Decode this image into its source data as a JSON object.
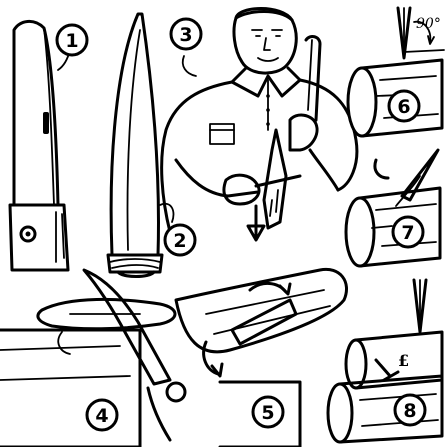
{
  "panel_numbers": [
    "1",
    "2",
    "3",
    "4",
    "5",
    "6",
    "7",
    "8"
  ],
  "angle_label": "90°",
  "pound_mark": "£",
  "colors": {
    "ink": "#000000",
    "paper": "#ffffff"
  }
}
